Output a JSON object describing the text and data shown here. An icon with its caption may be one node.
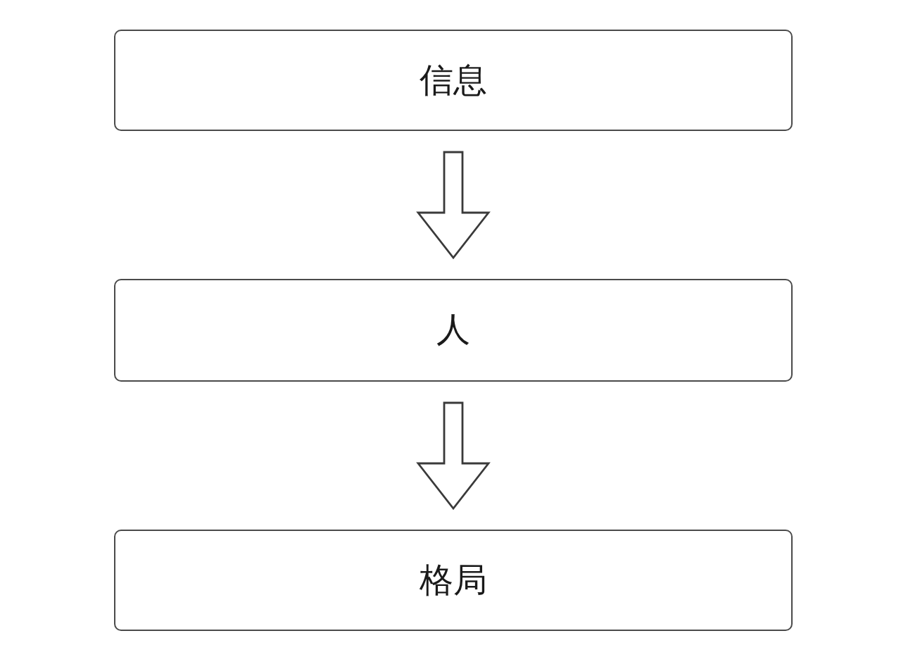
{
  "diagram": {
    "nodes": [
      {
        "text": [
          "信息"
        ]
      },
      {
        "text": [
          "人"
        ]
      },
      {
        "text": [
          "格局"
        ]
      }
    ],
    "edges": [
      {
        "from": 0,
        "to": 1,
        "arrow": "to"
      },
      {
        "from": 1,
        "to": 2,
        "arrow": "to"
      }
    ]
  }
}
